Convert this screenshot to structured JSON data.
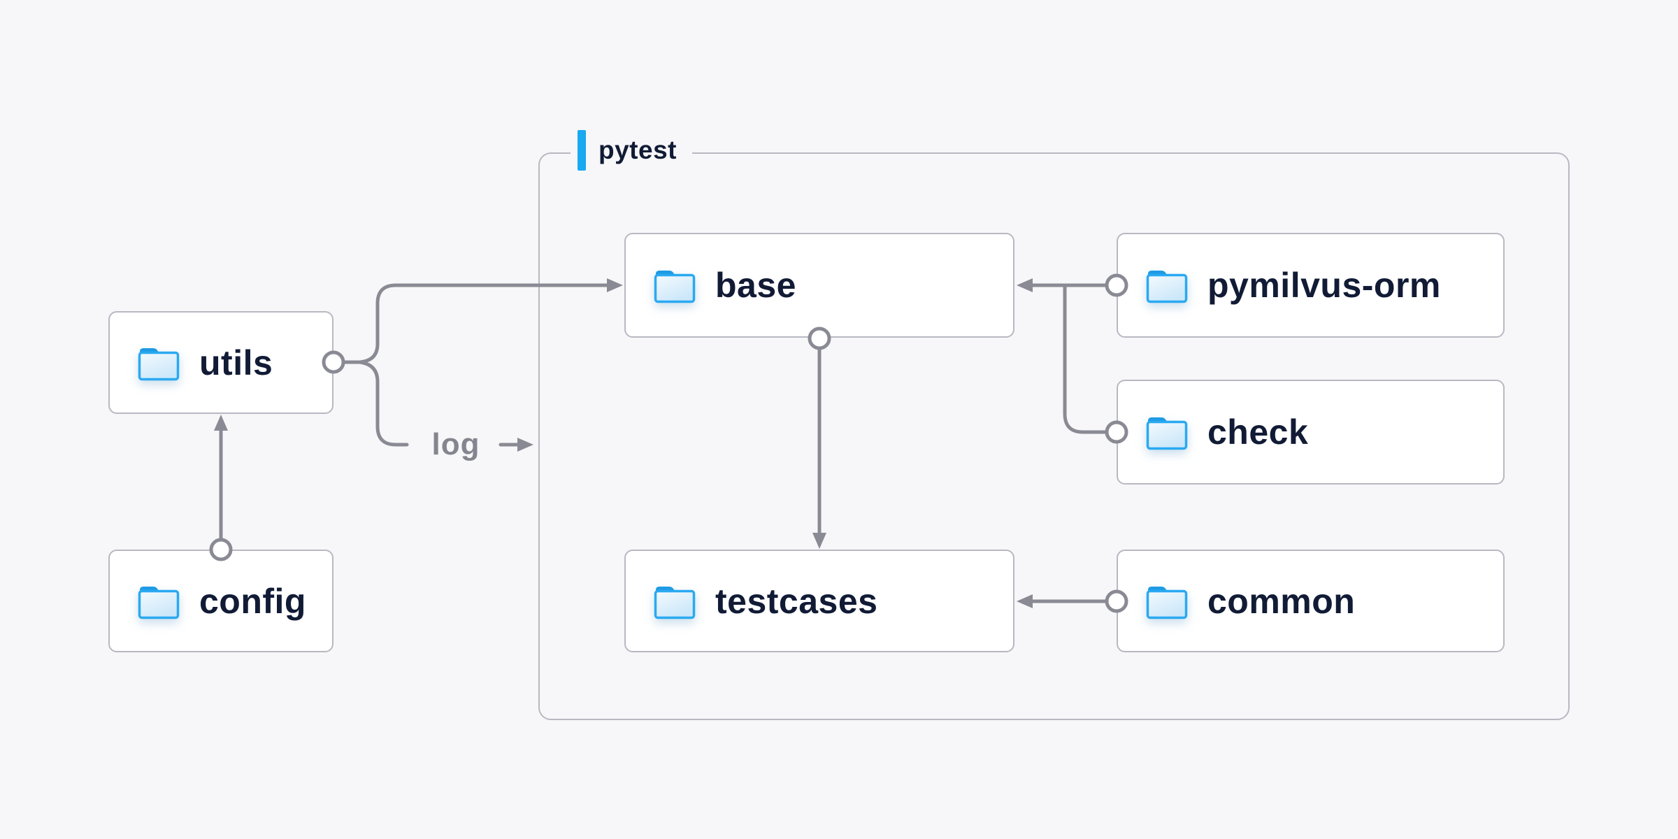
{
  "diagram": {
    "group": {
      "label": "pytest"
    },
    "nodes": [
      {
        "id": "utils",
        "label": "utils"
      },
      {
        "id": "config",
        "label": "config"
      },
      {
        "id": "base",
        "label": "base"
      },
      {
        "id": "pymilvus-orm",
        "label": "pymilvus-orm"
      },
      {
        "id": "check",
        "label": "check"
      },
      {
        "id": "testcases",
        "label": "testcases"
      },
      {
        "id": "common",
        "label": "common"
      }
    ],
    "edge_labels": {
      "log": "log"
    },
    "edges": [
      {
        "from": "config",
        "to": "utils"
      },
      {
        "from": "utils",
        "to": "base"
      },
      {
        "from": "utils",
        "to": "log",
        "label": "log"
      },
      {
        "from": "pymilvus-orm",
        "to": "base"
      },
      {
        "from": "check",
        "to": "base"
      },
      {
        "from": "base",
        "to": "testcases"
      },
      {
        "from": "common",
        "to": "testcases"
      }
    ],
    "colors": {
      "background": "#f7f7f9",
      "node_fill": "#ffffff",
      "node_border": "#b8b8c2",
      "group_border": "#b8b8c2",
      "node_text": "#111b35",
      "connector_gray": "#8a8a94",
      "edge_label_text": "#85858f",
      "accent_blue": "#18a9f1",
      "folder_blue": "#2aa9f1"
    }
  }
}
